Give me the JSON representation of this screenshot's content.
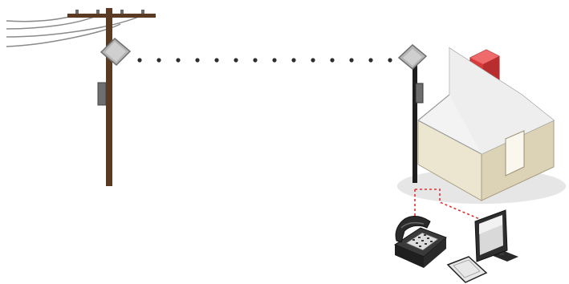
{
  "diagram": {
    "nodes": [
      {
        "id": "utility-pole",
        "icon": "utility-pole-icon"
      },
      {
        "id": "pole-antenna",
        "icon": "wireless-antenna-icon"
      },
      {
        "id": "house",
        "icon": "house-icon"
      },
      {
        "id": "house-antenna",
        "icon": "wireless-antenna-icon"
      },
      {
        "id": "telephone",
        "icon": "telephone-icon"
      },
      {
        "id": "computer",
        "icon": "computer-icon"
      }
    ],
    "links": [
      {
        "from": "pole-antenna",
        "to": "house-antenna",
        "style": "dotted",
        "meaning": "wireless"
      },
      {
        "from": "house-antenna",
        "to": "telephone",
        "style": "dashed",
        "color": "#e03030"
      },
      {
        "from": "house-antenna",
        "to": "computer",
        "style": "dashed",
        "color": "#e03030"
      }
    ],
    "colors": {
      "pole_wood": "#5a3a22",
      "wire": "#7a7a7a",
      "antenna": "#b8b8b8",
      "house_wall": "#e9e2cc",
      "house_roof": "#f3f3f3",
      "chimney": "#d83a3a",
      "link_wireless": "#333333",
      "link_wired": "#e03030"
    }
  }
}
